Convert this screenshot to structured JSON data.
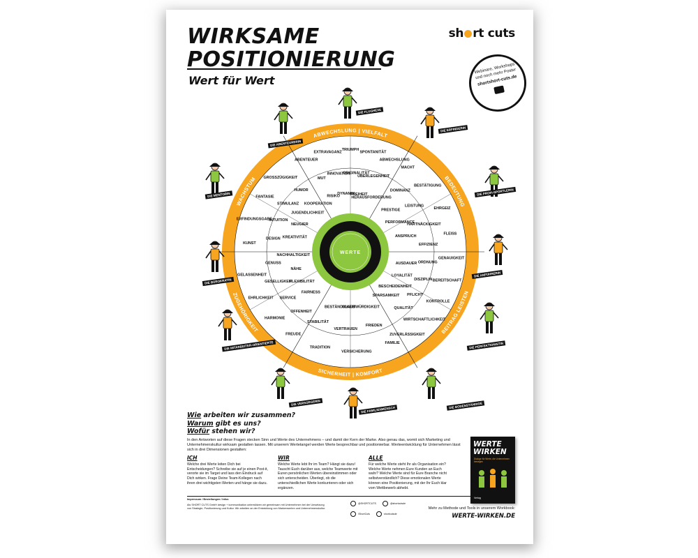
{
  "poster": {
    "title_line1": "WIRKSAME",
    "title_line2": "POSITIONIERUNG",
    "subtitle": "Wert für Wert",
    "logo": [
      "sh",
      "rt cuts"
    ],
    "badge": {
      "text": "Webinare, Workshops und noch mehr Poster",
      "url": "shortshort-cuts.de"
    }
  },
  "wheel": {
    "colors": {
      "orange": "#f7a51f",
      "green": "#8dc63f",
      "black": "#111111"
    },
    "ring_labels": [
      "ABWECHSLUNG | VIELFALT",
      "BEDEUTUNG",
      "BEITRAG LEISTEN",
      "SICHERHEIT | KOMFORT",
      "ZUGEHÖRIGKEIT",
      "WACHSTUM"
    ],
    "values": [
      [
        "ABENTEUER",
        "MUT",
        "RISIKO",
        "EXTRAVAGANZ",
        "INNOVATION",
        "DYNAMIK",
        "TRIUMPH",
        "ORIGINALITÄT",
        "FREIHEIT",
        "SPONTANITÄT",
        "ÜBERLEGENHEIT",
        "HERAUSFORDERUNG",
        "ABWECHSLUNG"
      ],
      [
        "MACHT",
        "DOMINANZ",
        "PRESTIGE",
        "BESTÄTIGUNG",
        "LEISTUNG",
        "PERFORMANCE",
        "EHRGEIZ",
        "HARTNÄCKIGKEIT",
        "ANSPRUCH",
        "FLEISS",
        "EFFIZIENZ"
      ],
      [
        "GENAUIGKEIT",
        "ORDNUNG",
        "AUSDAUER",
        "BEREITSCHAFT",
        "DISZIPLIN",
        "LOYALITÄT",
        "KONTROLLE",
        "PFLICHT",
        "BESCHEIDENHEIT",
        "WIRTSCHAFTLICHKEIT",
        "QUALITÄT",
        "SPARSAMKEIT",
        "ZUVERLÄSSIGKEIT"
      ],
      [
        "FAMILIE",
        "FRIEDEN",
        "GLAUBWÜRDIGKEIT",
        "VERSICHERUNG",
        "VERTRAUEN",
        "BESTÄNDIGKEIT",
        "TRADITION",
        "STABILITÄT"
      ],
      [
        "FREUDE",
        "OFFENHEIT",
        "FAIRNESS",
        "HARMONIE",
        "SERVICE",
        "FLEXIBILITÄT",
        "EHRLICHKEIT",
        "GESELLIGKEIT",
        "NÄHE",
        "GELASSENHEIT",
        "GENUSS",
        "NACHHALTIGKEIT"
      ],
      [
        "KUNST",
        "DESIGN",
        "KREATIVITÄT",
        "ERFINDUNGSGABE",
        "INTUITION",
        "NEUGIER",
        "FANTASIE",
        "STIMULANZ",
        "JUGENDLICHKEIT",
        "GROSSZÜGIGKEIT",
        "HUMOR",
        "KOOPERATION"
      ]
    ],
    "center_title": "WERTE"
  },
  "figures": [
    {
      "label": "DIE ABENTEURERIN",
      "color": "#8dc63f"
    },
    {
      "label": "DIE FLUGHEXE",
      "color": "#8dc63f"
    },
    {
      "label": "DIE ERFINDERIN",
      "color": "#f7a51f"
    },
    {
      "label": "DIE PROFI-SPORTLERIN",
      "color": "#8dc63f"
    },
    {
      "label": "DIE ANFÜHRERIN",
      "color": "#f7a51f"
    },
    {
      "label": "DIE PERFEKTIONISTIN",
      "color": "#8dc63f"
    },
    {
      "label": "DIE MENTORIN",
      "color": "#8dc63f"
    },
    {
      "label": "DIE BÜROKRATIN",
      "color": "#f7a51f"
    },
    {
      "label": "DIE MITARBEITER-ORIENTIERTE",
      "color": "#f7a51f"
    },
    {
      "label": "DIE VERSORGERIN",
      "color": "#8dc63f"
    },
    {
      "label": "DIE FAMILIENMENSCH",
      "color": "#f7a51f"
    },
    {
      "label": "DIE BODENSTÄNDIGE",
      "color": "#8dc63f"
    }
  ],
  "questions": {
    "q1_em": "Wie",
    "q1_rest": " arbeiten wir zusammen?",
    "q2_em": "Warum",
    "q2_rest": " gibt es uns?",
    "q3_em": "Wofür",
    "q3_rest": " stehen wir?"
  },
  "intro": "In den Antworten auf diese Fragen stecken Sinn und Werte des Unternehmens – und damit der Kern der Marke. Also genau das, womit sich Marketing und Unternehmenskultur wirksam gestalten lassen. Mit unserem Wertetangel werden Werte besprechbar und positionierbar. Werteentwicklung für Unternehmen lässt sich in drei Dimensionen gestalten:",
  "columns": [
    {
      "head": "ICH",
      "text": "Welche drei Werte leiten Dich bei Entscheidungen? Schreibe sie auf je einen Post-it, verorte sie im Target und lass den Eindruck auf Dich wirken. Frage Deine Team-Kollegen nach ihren drei wichtigsten Werten und hänge sie dazu."
    },
    {
      "head": "WIR",
      "text": "Welche Werte lebt Ihr im Team? Hängt sie dazu! Tauscht Euch darüber aus, welche Teamwerte mit Euren persönlichen Werten übereinstimmen oder sich unterscheiden. Überlegt, ob die unterschiedlichen Werte konkurrieren oder sich ergänzen."
    },
    {
      "head": "ALLE",
      "text": "Für welche Werte steht Ihr als Organisation ein? Welche Werte nehmen Eure Kunden an Euch wahr? Welche Werte sind für Eure Branche nicht selbstverständlich? Diese emotionalen Werte können eine Positionierung, mit der Ihr Euch klar vom Wettbewerb abhebt."
    }
  ],
  "footer": {
    "heading": "Impressum / Bestellungen / Infos",
    "text": "Als SHORT CUTS GmbH design + kommunikation unterstützen wir gemeinsam mit Unternehmen bei der Umsetzung von Strategie, Positionierung und Kultur. Wir arbeiten an der Entwicklung von Markenwerten und Unternehmenskultur.",
    "social": [
      "@SHORTCUTS",
      "@shortcutsde",
      "/ShortCuts",
      "shortcutsde"
    ],
    "book_title1": "WERTE",
    "book_title2": "WIRKEN",
    "book_sub": "Dialoge für Werte, die Unternehmen bewegen",
    "book_pub": "Verlag",
    "more": "Mehr zu Methode und Tools in unserem Workbook:",
    "site": "WERTE-WIRKEN.DE"
  }
}
